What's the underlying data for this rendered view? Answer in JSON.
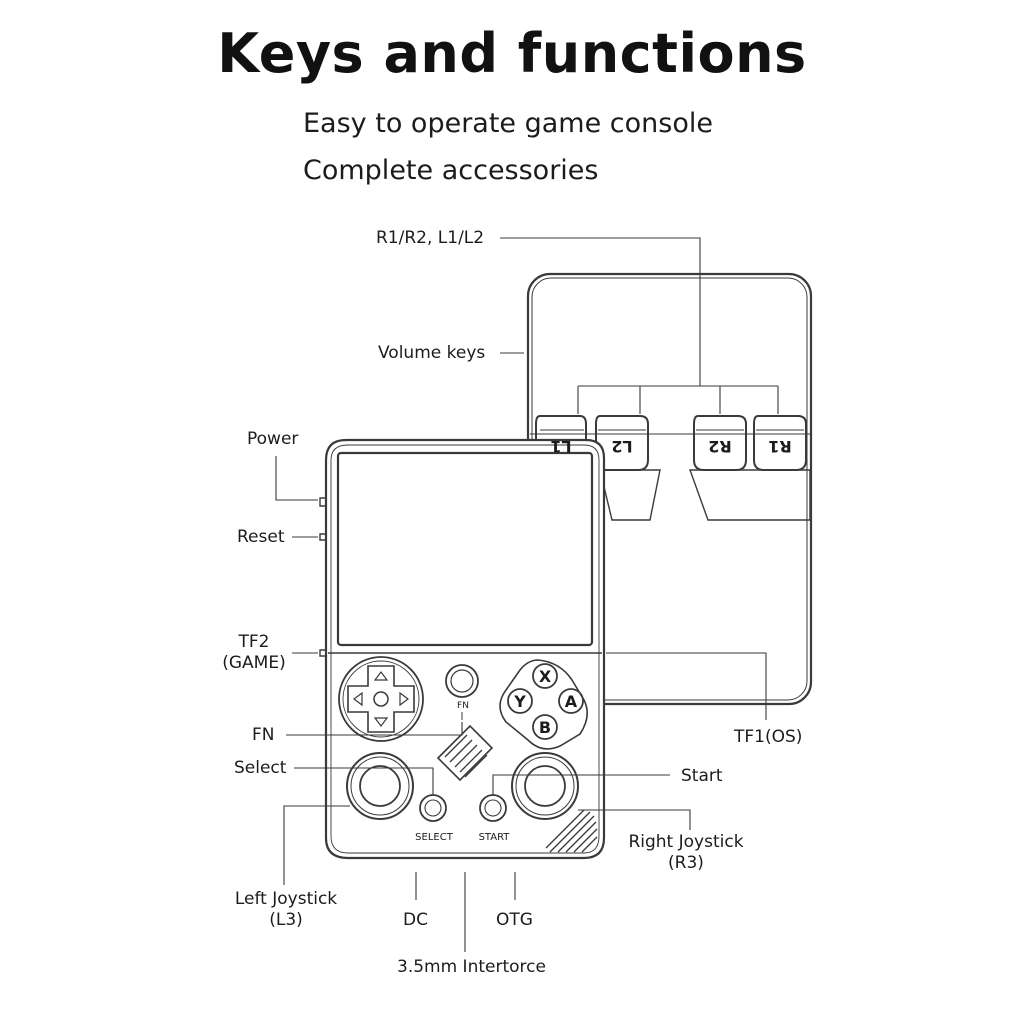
{
  "header": {
    "title": "Keys and functions",
    "subtitle_1": "Easy to operate game console",
    "subtitle_2": "Complete accessories"
  },
  "callouts": {
    "shoulder_buttons": "R1/R2, L1/L2",
    "volume_keys": "Volume keys",
    "power": "Power",
    "reset": "Reset",
    "tf2_line1": "TF2",
    "tf2_line2": "(GAME)",
    "tf1": "TF1(OS)",
    "fn": "FN",
    "select": "Select",
    "start": "Start",
    "right_joystick_line1": "Right Joystick",
    "right_joystick_line2": "(R3)",
    "left_joystick_line1": "Left Joystick",
    "left_joystick_line2": "(L3)",
    "dc": "DC",
    "otg": "OTG",
    "audio_jack": "3.5mm Intertorce"
  },
  "device_markings": {
    "fn": "FN",
    "select": "SELECT",
    "start": "START",
    "x": "X",
    "y": "Y",
    "a": "A",
    "b": "B",
    "l1": "L1",
    "l2": "L2",
    "r2": "R2",
    "r1": "R1"
  },
  "colors": {
    "line": "#3a3a3a",
    "background": "#ffffff"
  }
}
